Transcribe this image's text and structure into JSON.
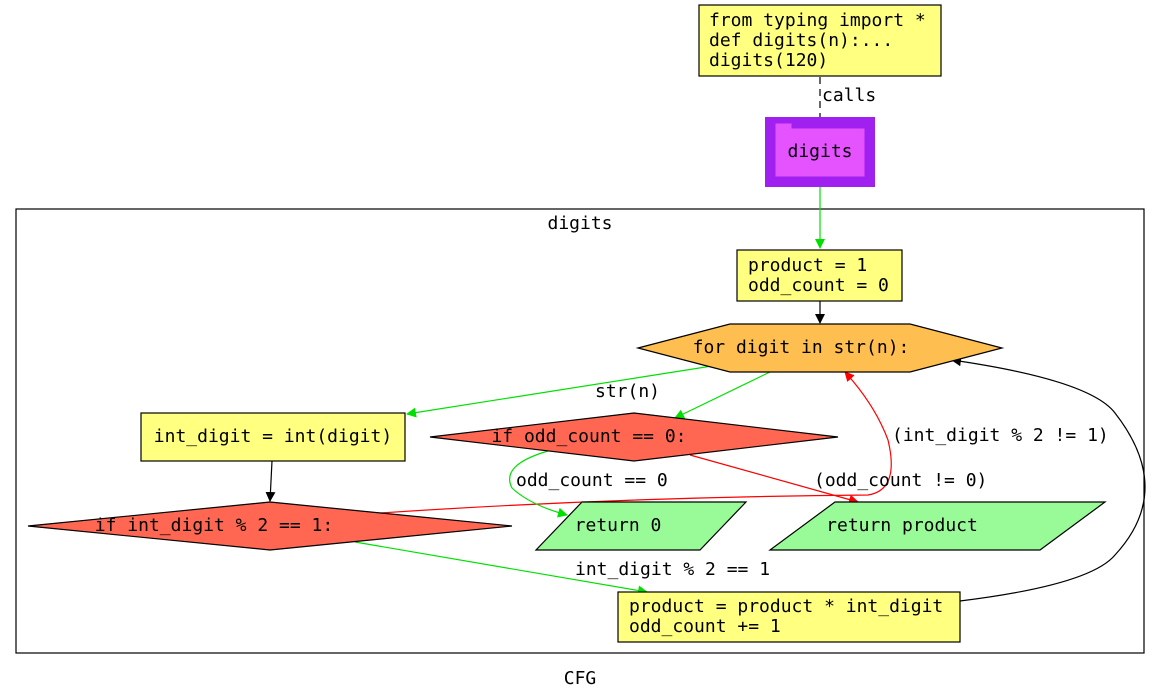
{
  "colors": {
    "code_node": "#ffff80",
    "loop_node": "#ffbf50",
    "condition_node": "#ff6752",
    "return_node": "#98fb98",
    "function_node": "#e552ff",
    "function_border": "#a020f0",
    "edge_true": "#00e000",
    "edge_false": "#ff0000",
    "edge_default": "#000000",
    "cluster_border": "#000000"
  },
  "caller": {
    "lines": [
      "from typing import *",
      "def digits(n):...",
      "digits(120)"
    ]
  },
  "calls_label": "calls",
  "function": {
    "label": "digits"
  },
  "cluster": {
    "label": "digits"
  },
  "nodes": {
    "init": {
      "lines": [
        "product = 1",
        "odd_count = 0"
      ]
    },
    "loop": {
      "label": "for digit in str(n):"
    },
    "int_digit": {
      "label": "int_digit = int(digit)"
    },
    "if_odd_count": {
      "label": "if odd_count == 0:"
    },
    "if_int_digit": {
      "label": "if int_digit % 2 == 1:"
    },
    "return_0": {
      "label": "return 0"
    },
    "return_product": {
      "label": "return product"
    },
    "update": {
      "lines": [
        "product = product * int_digit",
        "odd_count += 1"
      ]
    }
  },
  "edge_labels": {
    "str_n": "str(n)",
    "odd_ne_1": "(int_digit % 2 != 1)",
    "odd_count_eq_0": "odd_count == 0",
    "odd_count_ne_0": "(odd_count != 0)",
    "int_digit_eq_1": "int_digit % 2 == 1"
  },
  "graph_label": "CFG"
}
